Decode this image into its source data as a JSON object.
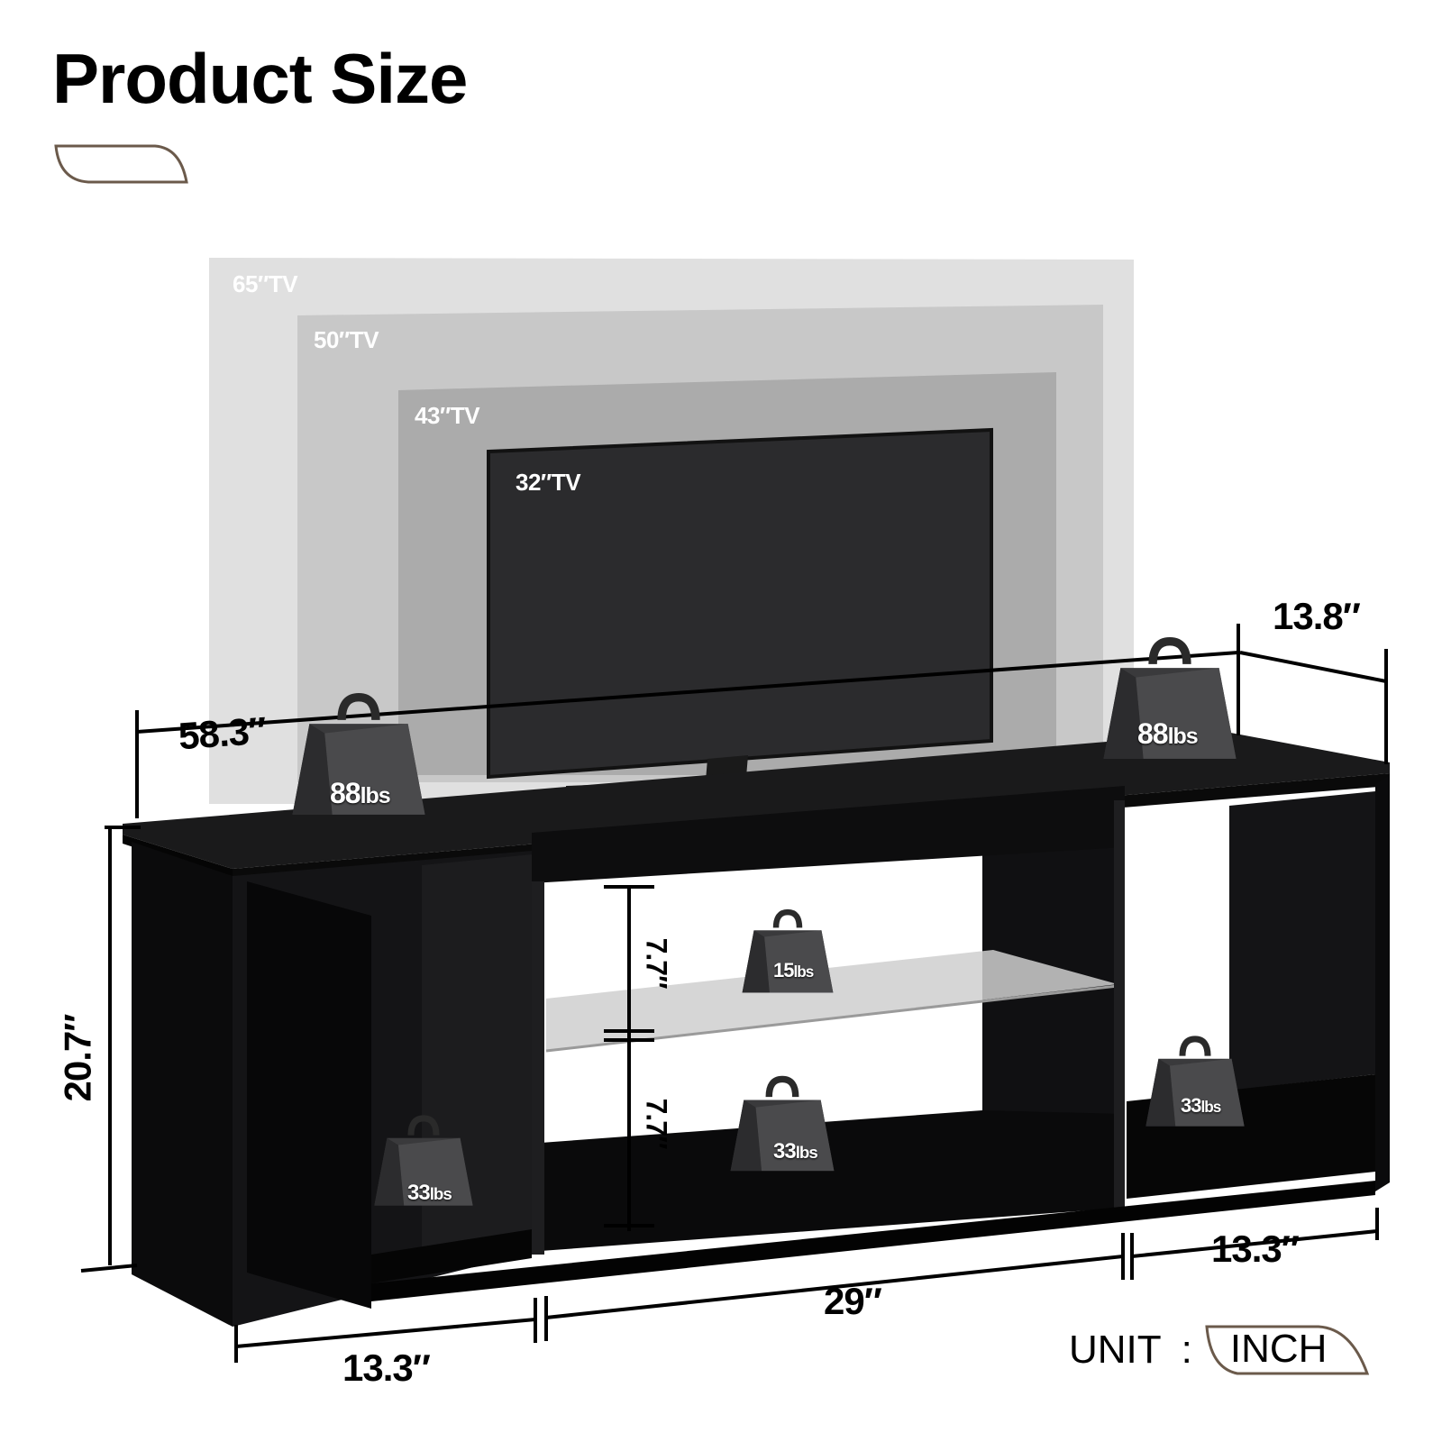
{
  "header": {
    "title": "Product Size",
    "accent_color": "#6b5a4b"
  },
  "tv_sizes": [
    {
      "label": "65″TV",
      "fill": "#e0e0e0"
    },
    {
      "label": "50″TV",
      "fill": "#c8c8c8"
    },
    {
      "label": "43″TV",
      "fill": "#ababab"
    },
    {
      "label": "32″TV",
      "fill": "#2b2b2d"
    }
  ],
  "dimensions": {
    "overall_width": "58.3″",
    "depth": "13.8″",
    "height": "20.7″",
    "shelf_gap_upper": "7.7″",
    "shelf_gap_lower": "7.7″",
    "left_compartment_width": "13.3″",
    "center_compartment_width": "29″",
    "right_compartment_width": "13.3″"
  },
  "weight_capacities": {
    "top_left": {
      "value": "88",
      "unit": "lbs"
    },
    "top_right": {
      "value": "88",
      "unit": "lbs"
    },
    "glass_shelf": {
      "value": "15",
      "unit": "lbs"
    },
    "bottom_left": {
      "value": "33",
      "unit": "lbs"
    },
    "bottom_center": {
      "value": "33",
      "unit": "lbs"
    },
    "bottom_right": {
      "value": "33",
      "unit": "lbs"
    }
  },
  "unit": {
    "key": "UNIT",
    "separator": ":",
    "value": "INCH"
  },
  "colors": {
    "cabinet": "#0c0c0d",
    "cabinet_highlight": "#2a2a2c",
    "weight_body": "#3a3a3c",
    "glass": "#cfcfcf"
  }
}
